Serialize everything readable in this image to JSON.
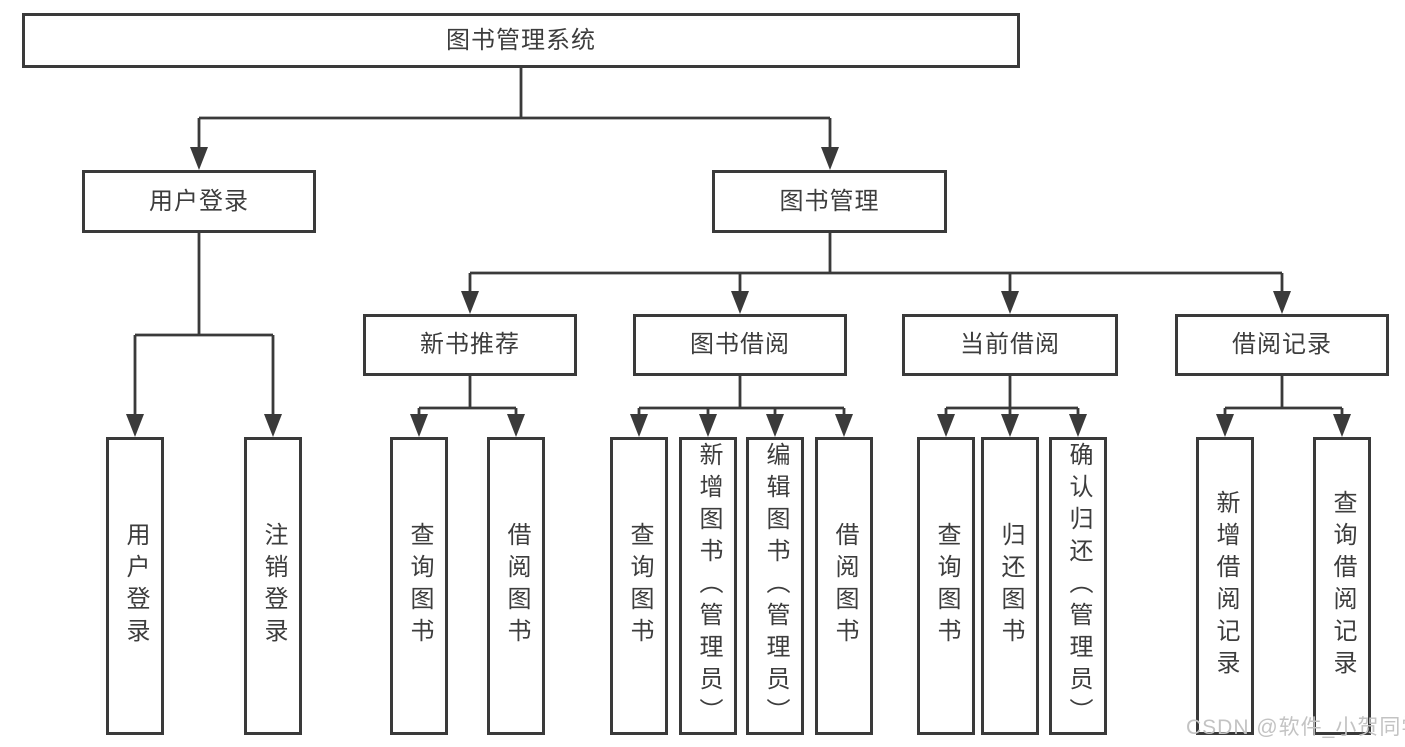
{
  "nodes": {
    "root": "图书管理系统",
    "level2": {
      "login": "用户登录",
      "management": "图书管理"
    },
    "level3": {
      "new_books": "新书推荐",
      "borrowing": "图书借阅",
      "current": "当前借阅",
      "records": "借阅记录"
    },
    "leaves": {
      "login": [
        "用户登录",
        "注销登录"
      ],
      "new_books": [
        "查询图书",
        "借阅图书"
      ],
      "borrowing": [
        "查询图书",
        "新增图书（管理员）",
        "编辑图书（管理员）",
        "借阅图书"
      ],
      "current": [
        "查询图书",
        "归还图书",
        "确认归还（管理员）"
      ],
      "records": [
        "新增借阅记录",
        "查询借阅记录"
      ]
    }
  },
  "watermark": "CSDN @软件_小贺同学",
  "colors": {
    "line": "#3a3a3a",
    "text": "#3d3d3d",
    "box_background": "#ffffff",
    "page_background": "#ffffff",
    "watermark": "#c3c3c3"
  }
}
